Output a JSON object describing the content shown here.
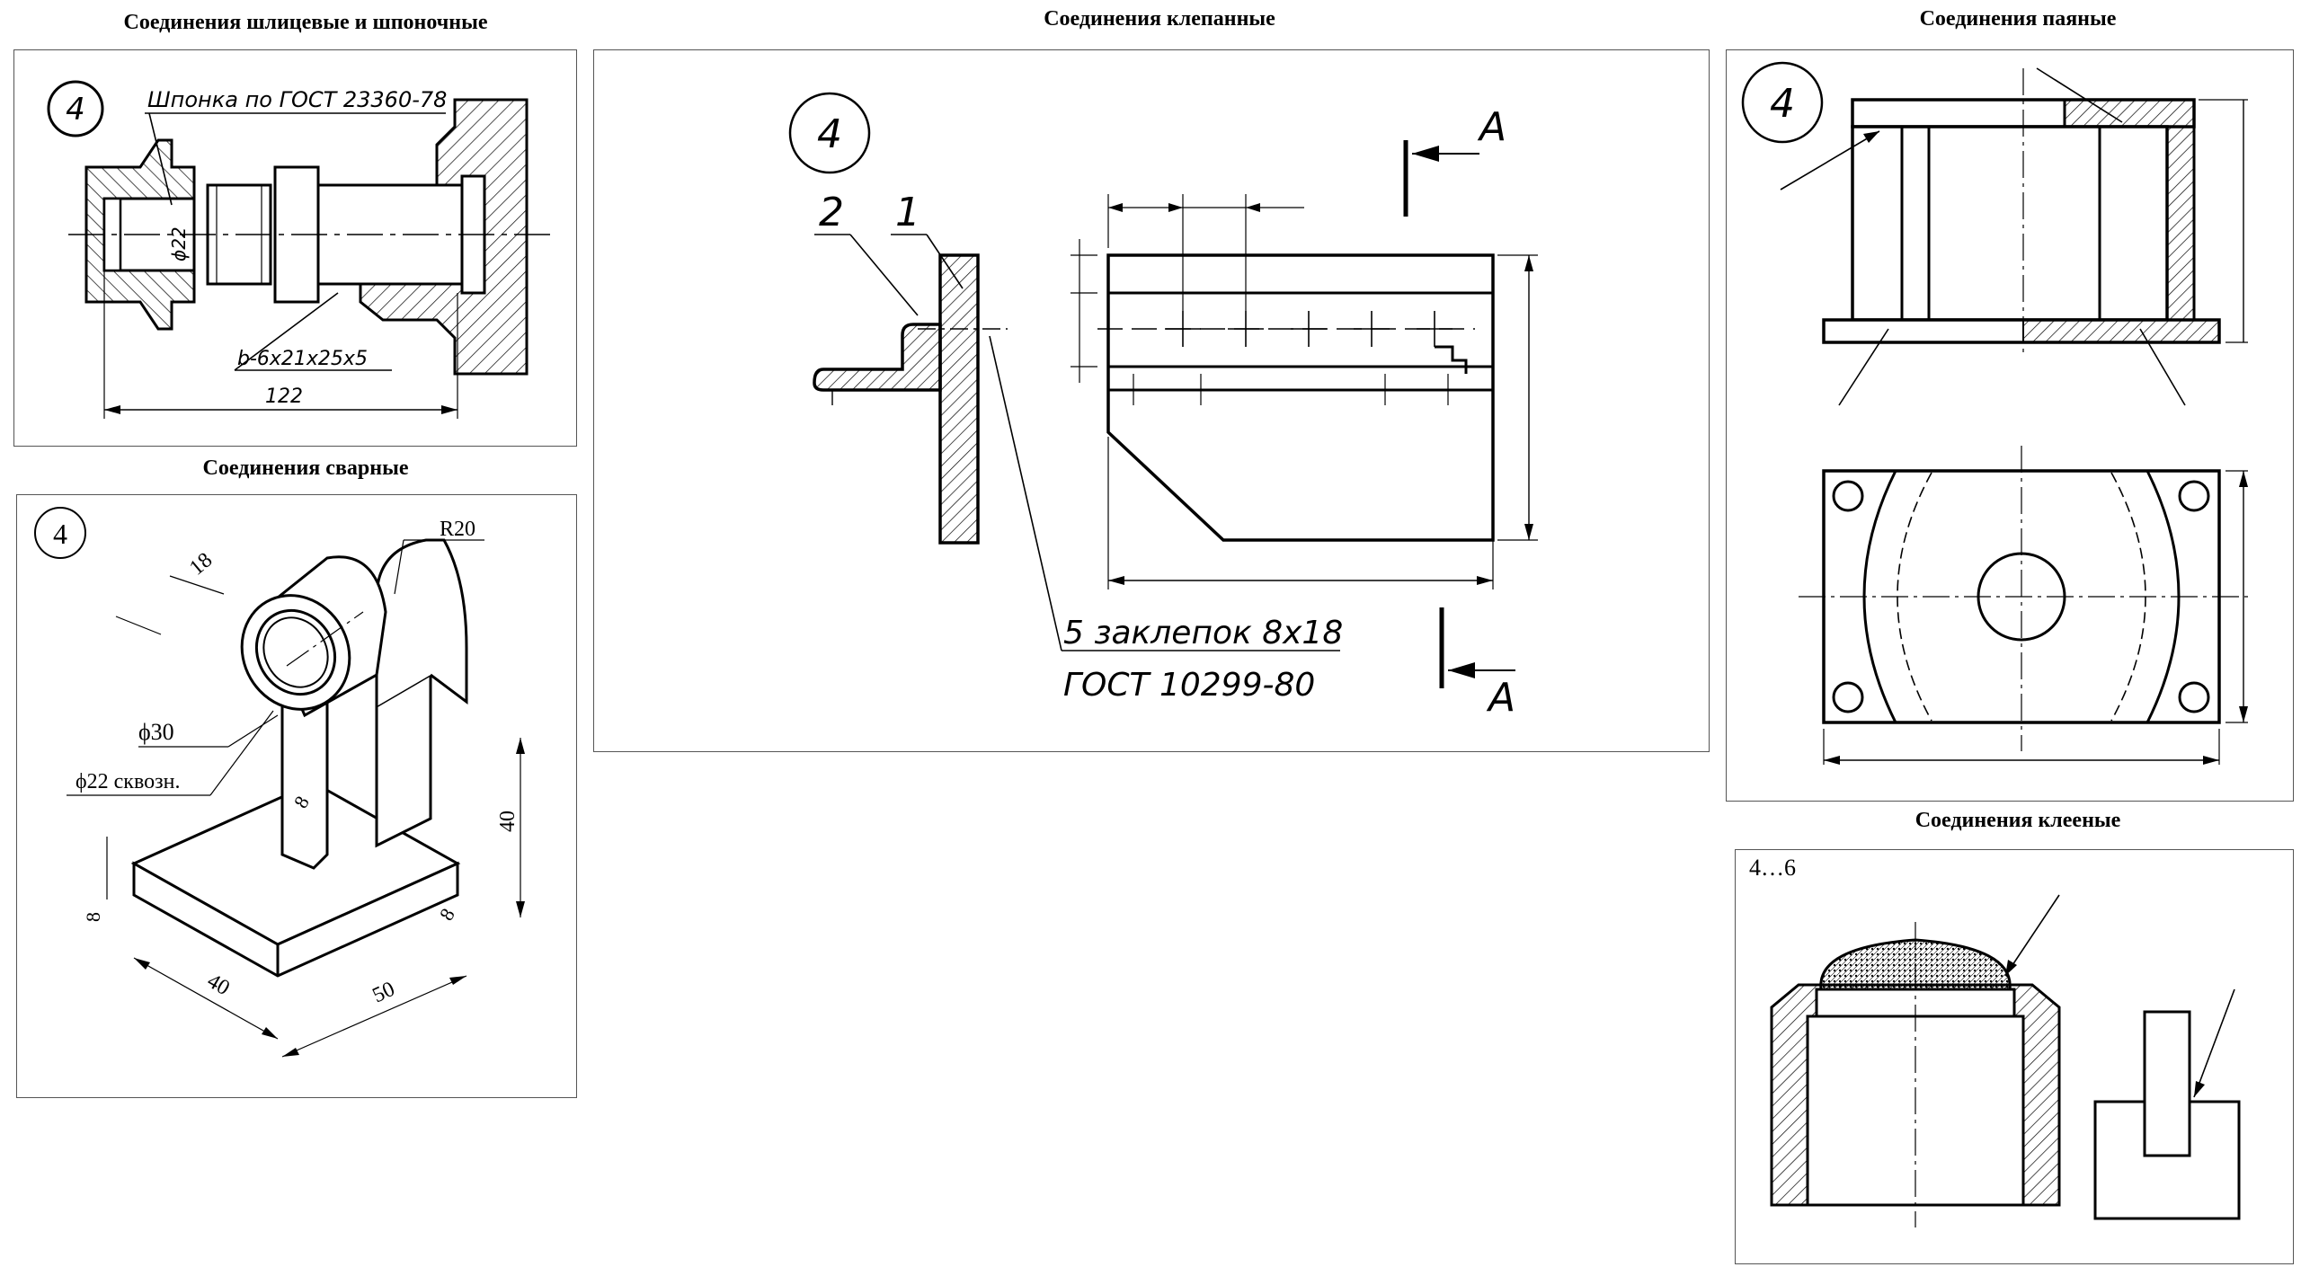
{
  "titles": {
    "spline_key": "Соединения шлицевые и шпоночные",
    "riveted": "Соединения клепанные",
    "soldered": "Соединения паяные",
    "welded": "Соединения сварные",
    "glued": "Соединения клееные"
  },
  "spline": {
    "badge": "4",
    "key_note": "Шпонка по ГОСТ 23360-78",
    "spline_note": "b-6x21x25x5",
    "diameter": "ϕ22",
    "length": "122"
  },
  "welded": {
    "badge": "4",
    "radius": "R20",
    "dim_18": "18",
    "dia_30": "ϕ30",
    "dia_22": "ϕ22 сквозн.",
    "dim_8_rib": "8",
    "dim_40_h": "40",
    "dim_8_base": "8",
    "dim_8_side": "8",
    "dim_40_len": "40",
    "dim_50": "50"
  },
  "riveted": {
    "badge": "4",
    "pos_2": "2",
    "pos_1": "1",
    "section_a_top": "A",
    "section_a_bottom": "A",
    "rivet_note": "5 заклепок 8x18",
    "standard": "ГОСТ 10299-80"
  },
  "soldered": {
    "badge": "4"
  },
  "glued": {
    "badge": "4…6"
  }
}
